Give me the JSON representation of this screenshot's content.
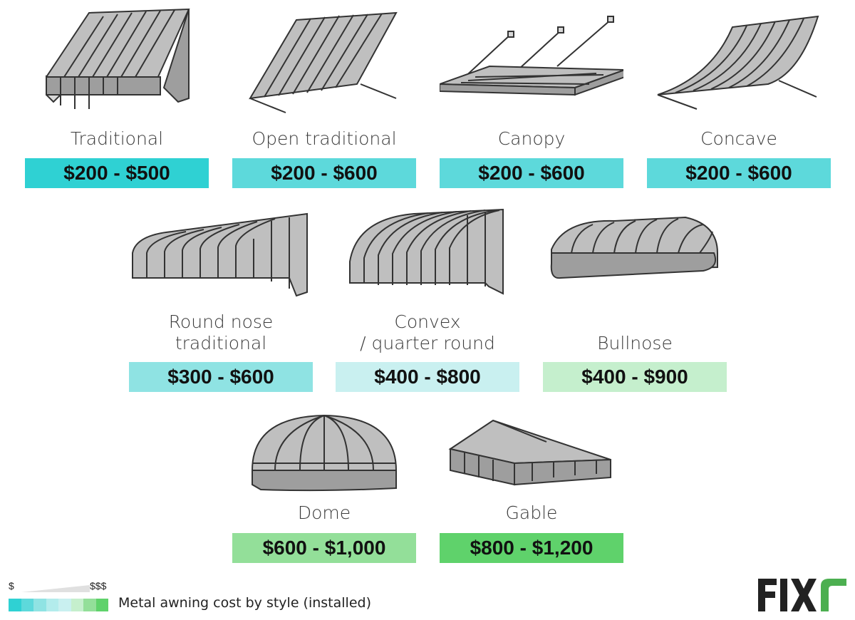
{
  "styles": [
    {
      "name": "Traditional",
      "price": "$200 - $500",
      "color": "#2fd1d3"
    },
    {
      "name": "Open traditional",
      "price": "$200 - $600",
      "color": "#5dd9db"
    },
    {
      "name": "Canopy",
      "price": "$200 - $600",
      "color": "#5dd9db"
    },
    {
      "name": "Concave",
      "price": "$200 - $600",
      "color": "#5dd9db"
    },
    {
      "name": "Round nose\ntraditional",
      "price": "$300 - $600",
      "color": "#8fe3e3"
    },
    {
      "name": "Convex\n/ quarter round",
      "price": "$400 - $800",
      "color": "#c9f0f0"
    },
    {
      "name": "Bullnose",
      "price": "$400 - $900",
      "color": "#c5efcd"
    },
    {
      "name": "Dome",
      "price": "$600 - $1,000",
      "color": "#93df99"
    },
    {
      "name": "Gable",
      "price": "$800 - $1,200",
      "color": "#5fd26b"
    }
  ],
  "legend": {
    "low_label": "$",
    "high_label": "$$$",
    "caption": "Metal awning cost by style (installed)",
    "scale_colors": [
      "#2fd1d3",
      "#5dd9db",
      "#8fe3e3",
      "#b3ecec",
      "#c9f0f0",
      "#c5efcd",
      "#93df99",
      "#5fd26b"
    ]
  },
  "brand": {
    "logo_text": "FIXR",
    "accent": "#4caf50"
  }
}
